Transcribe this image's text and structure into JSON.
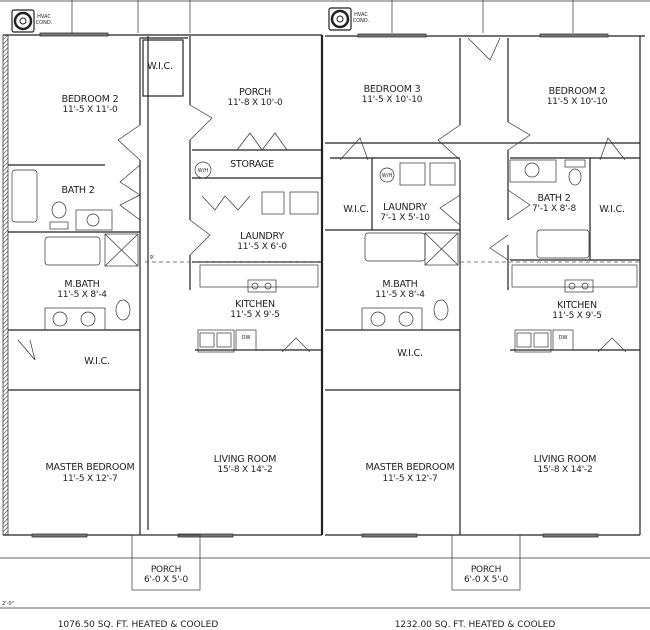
{
  "units": [
    {
      "hvac": {
        "label_line1": "HVAC",
        "label_line2": "COND.",
        "icon": "hvac-condenser-icon"
      },
      "rooms": {
        "bedroom2": {
          "name": "BEDROOM 2",
          "size": "11'-5 X 11'-0"
        },
        "wic_top": {
          "name": "W.I.C."
        },
        "porch": {
          "name": "PORCH",
          "size": "11'-8 X 10'-0"
        },
        "storage": {
          "name": "STORAGE"
        },
        "wh": {
          "name": "W/H"
        },
        "bath2": {
          "name": "BATH 2"
        },
        "laundry": {
          "name": "LAUNDRY",
          "size": "11'-5 X 6'-0"
        },
        "ceiling": {
          "name": "9'"
        },
        "mbath": {
          "name": "M.BATH",
          "size": "11'-5 X 8'-4"
        },
        "kitchen": {
          "name": "KITCHEN",
          "size": "11'-5 X 9'-5"
        },
        "dw": {
          "name": "DW"
        },
        "wic": {
          "name": "W.I.C."
        },
        "master": {
          "name": "MASTER BEDROOM",
          "size": "11'-5 X 12'-7"
        },
        "living": {
          "name": "LIVING ROOM",
          "size": "15'-8 X 14'-2"
        },
        "front_porch": {
          "name": "PORCH",
          "size": "6'-0 X 5'-0"
        }
      },
      "area": "1076.50 SQ. FT. HEATED & COOLED"
    },
    {
      "hvac": {
        "label_line1": "HVAC",
        "label_line2": "COND.",
        "icon": "hvac-condenser-icon"
      },
      "rooms": {
        "bedroom3": {
          "name": "BEDROOM 3",
          "size": "11'-5 X 10'-10"
        },
        "bedroom2": {
          "name": "BEDROOM 2",
          "size": "11'-5 X 10'-10"
        },
        "wic_left": {
          "name": "W.I.C."
        },
        "wh": {
          "name": "W/H"
        },
        "laundry": {
          "name": "LAUNDRY",
          "size": "7'-1 X 5'-10"
        },
        "bath2": {
          "name": "BATH 2",
          "size": "7'-1 X 8'-8"
        },
        "wic_right": {
          "name": "W.I.C."
        },
        "mbath": {
          "name": "M.BATH",
          "size": "11'-5 X 8'-4"
        },
        "kitchen": {
          "name": "KITCHEN",
          "size": "11'-5 X 9'-5"
        },
        "dw": {
          "name": "DW"
        },
        "wic": {
          "name": "W.I.C."
        },
        "master": {
          "name": "MASTER BEDROOM",
          "size": "11'-5 X 12'-7"
        },
        "living": {
          "name": "LIVING ROOM",
          "size": "15'-8 X 14'-2"
        },
        "front_porch": {
          "name": "PORCH",
          "size": "6'-0 X 5'-0"
        }
      },
      "area": "1232.00 SQ. FT. HEATED & COOLED"
    }
  ],
  "dimension_left": "2'-0\""
}
